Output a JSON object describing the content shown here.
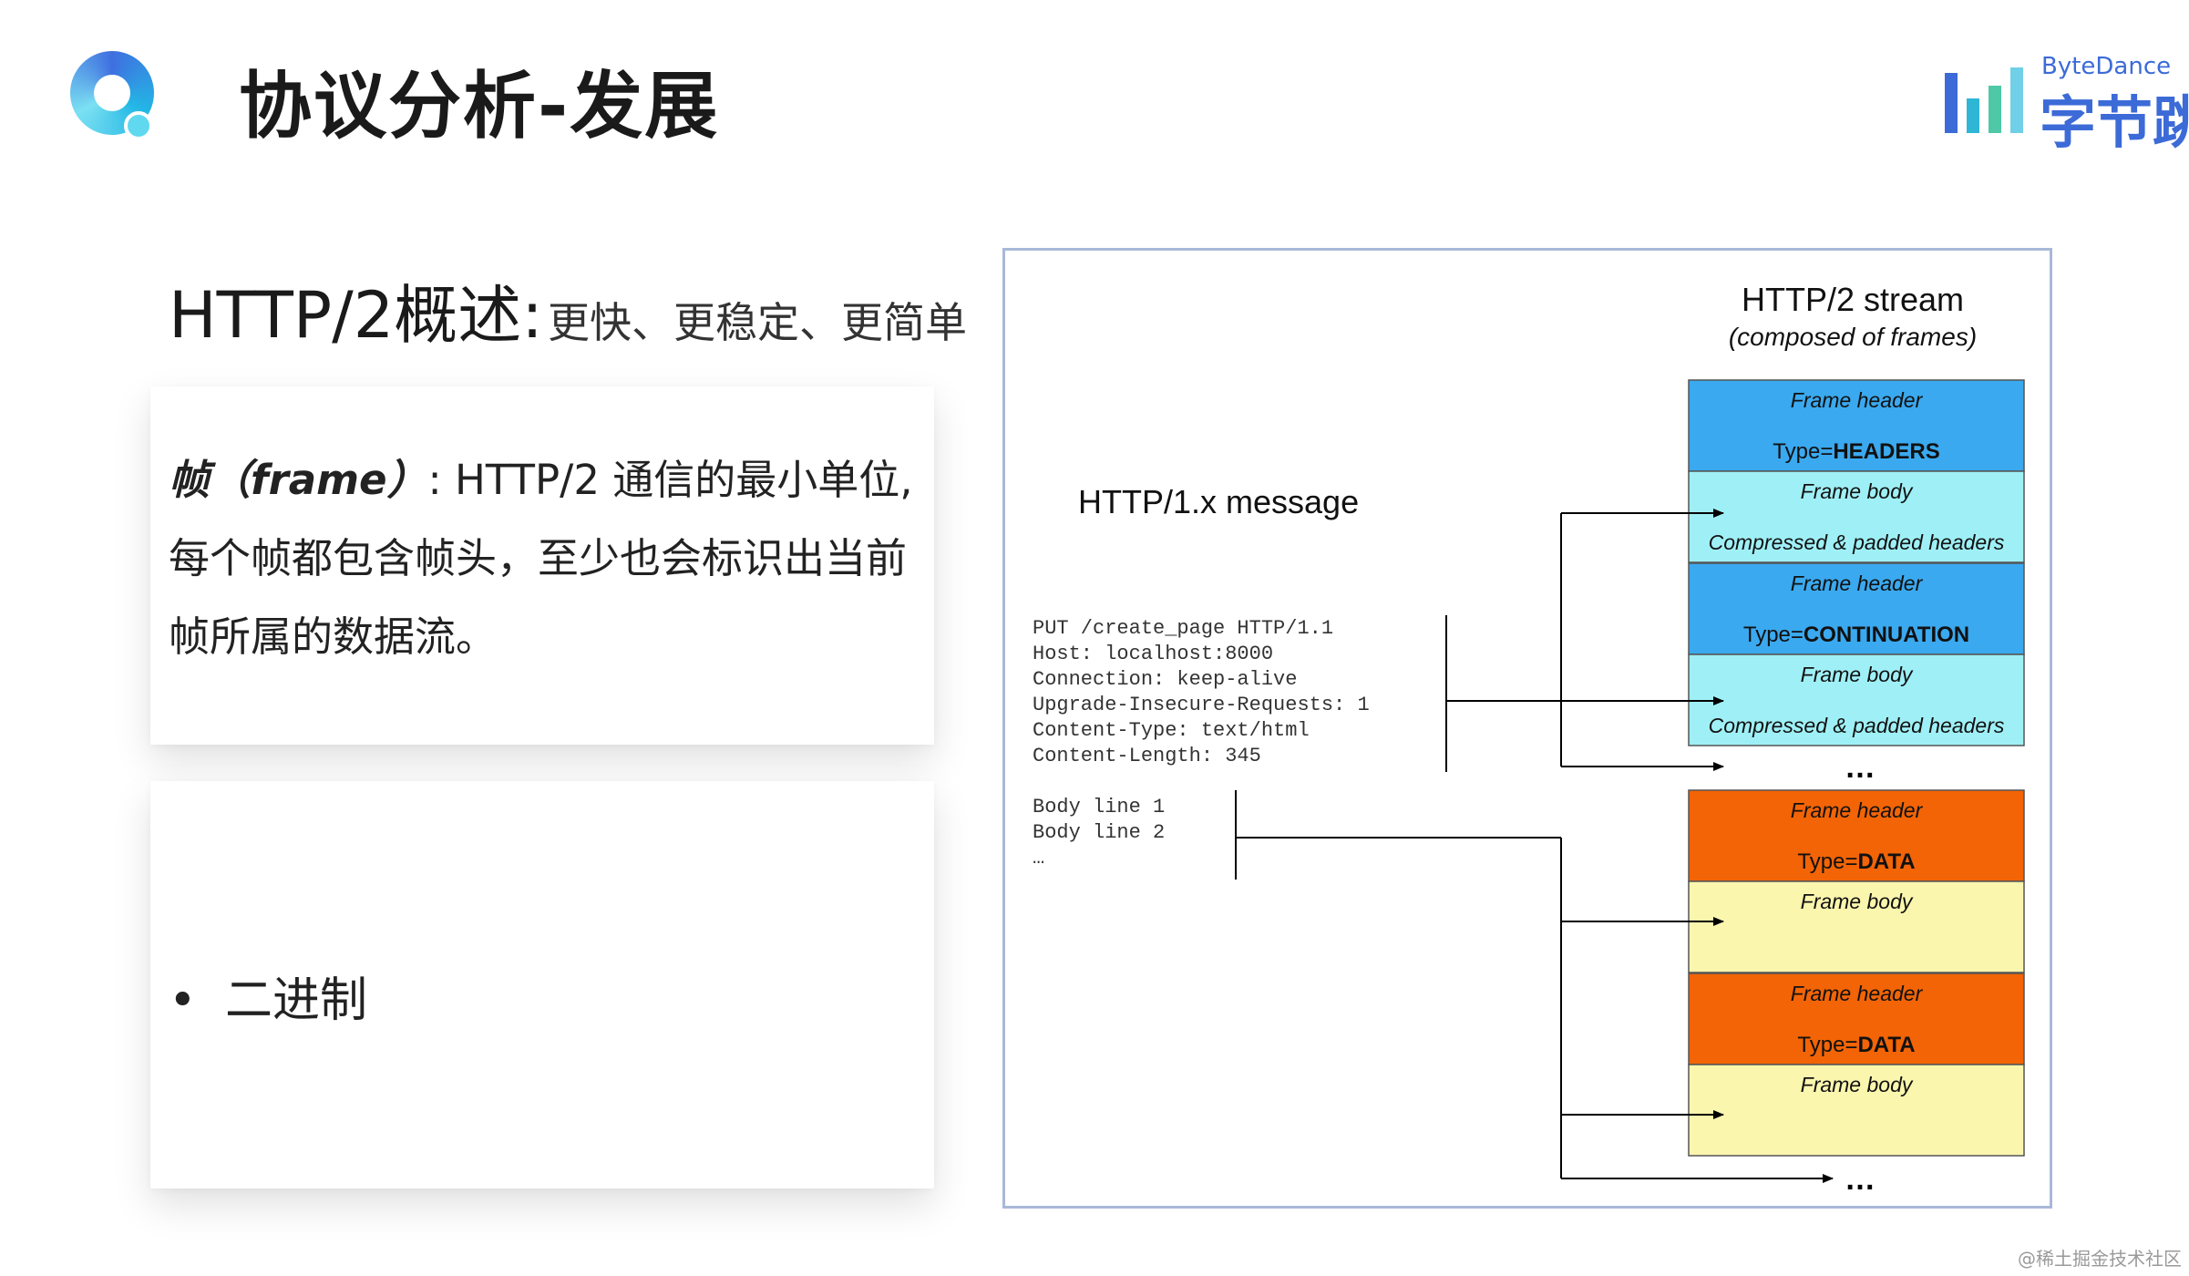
{
  "header": {
    "title": "协议分析-发展",
    "brand_small": "ByteDance",
    "brand_big": "字节跳"
  },
  "section": {
    "heading_main": "HTTP/2概述:",
    "heading_sub": "更快、更稳定、更简单"
  },
  "frame_card": {
    "term": "帧（frame）",
    "description": ": HTTP/2 通信的最小单位,每个帧都包含帧头，至少也会标识出当前帧所属的数据流。"
  },
  "bullet_card": {
    "bullet": "•",
    "item": "二进制"
  },
  "diagram": {
    "stream_title": "HTTP/2 stream",
    "stream_subtitle": "(composed of frames)",
    "message_title": "HTTP/1.x message",
    "request_lines": [
      "PUT /create_page HTTP/1.1",
      "Host: localhost:8000",
      "Connection: keep-alive",
      "Upgrade-Insecure-Requests: 1",
      "Content-Type: text/html",
      "Content-Length: 345"
    ],
    "body_lines": [
      "Body line 1",
      "Body line 2",
      "…"
    ],
    "ellipsis": "…",
    "frames": [
      {
        "header_label": "Frame header",
        "type_prefix": "Type=",
        "type": "HEADERS",
        "body_label": "Frame body",
        "body_desc": "Compressed & padded headers",
        "header_color": "#3aa9ef",
        "body_color": "#9ff0f6"
      },
      {
        "header_label": "Frame header",
        "type_prefix": "Type=",
        "type": "CONTINUATION",
        "body_label": "Frame body",
        "body_desc": "Compressed & padded headers",
        "header_color": "#3aa9ef",
        "body_color": "#9ff0f6"
      },
      {
        "header_label": "Frame header",
        "type_prefix": "Type=",
        "type": "DATA",
        "body_label": "Frame body",
        "body_desc": "",
        "header_color": "#f26406",
        "body_color": "#fbf6ae"
      },
      {
        "header_label": "Frame header",
        "type_prefix": "Type=",
        "type": "DATA",
        "body_label": "Frame body",
        "body_desc": "",
        "header_color": "#f26406",
        "body_color": "#fbf6ae"
      }
    ]
  },
  "brand_colors": [
    "#3c6bd8",
    "#2fb6d6",
    "#4ec8a6",
    "#6fd0e8"
  ],
  "watermark": "@稀土掘金技术社区"
}
